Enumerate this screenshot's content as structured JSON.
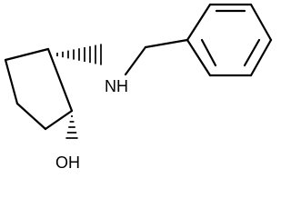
{
  "molecule": {
    "atoms": {
      "amine": "N",
      "amine_h": "H",
      "hydroxyl": "OH"
    }
  }
}
